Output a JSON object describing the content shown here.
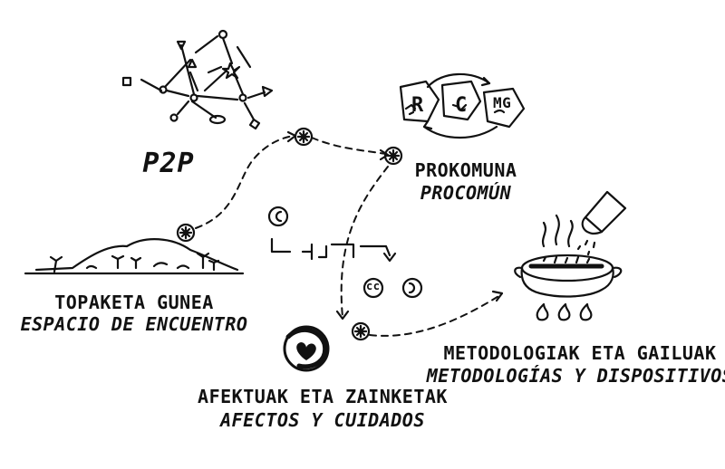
{
  "nodes": {
    "p2p": {
      "title": "P2P"
    },
    "prokomuna": {
      "eu": "PROKOMUNA",
      "es": "PROCOMÚN",
      "boxes": [
        "R",
        "C",
        "MG"
      ]
    },
    "topaketa": {
      "eu": "TOPAKETA GUNEA",
      "es": "ESPACIO DE ENCUENTRO"
    },
    "afektuak": {
      "eu": "AFEKTUAK ETA ZAINKETAK",
      "es": "AFECTOS Y CUIDADOS"
    },
    "metodologiak": {
      "eu": "METODOLOGIAK ETA GAILUAK",
      "es": "METODOLOGÍAS Y DISPOSITIVOS"
    }
  },
  "licenses": {
    "copyright": "©",
    "cc": "cc",
    "copyleft": "ɔ"
  },
  "colors": {
    "ink": "#111111",
    "background": "#ffffff"
  },
  "icons": [
    "network-graph-icon",
    "island-icon",
    "copyright-icon",
    "creative-commons-icon",
    "copyleft-heart-icon",
    "cooking-pot-icon",
    "salt-shaker-icon",
    "asterisk-waypoint-icon"
  ]
}
